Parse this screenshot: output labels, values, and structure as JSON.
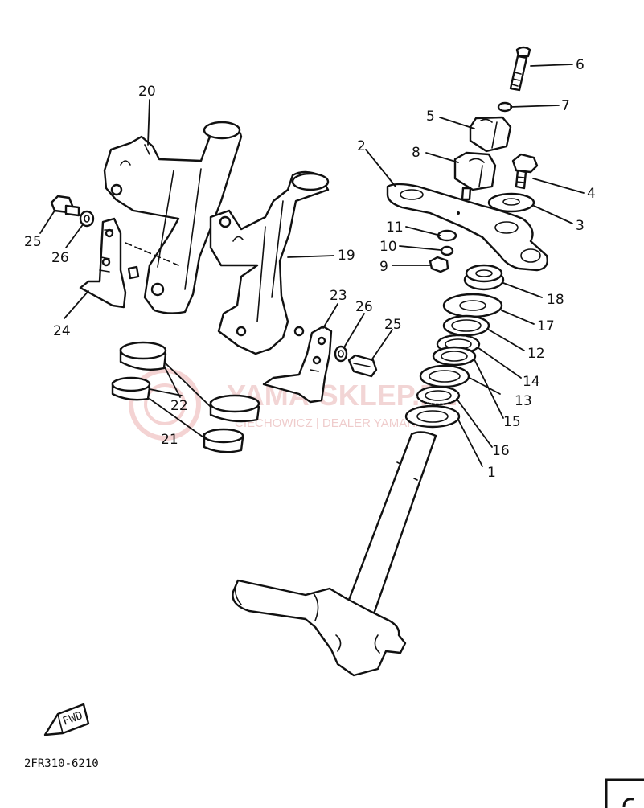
{
  "diagram": {
    "code": "2FR310-6210",
    "fwd_label": "FWD",
    "watermark": {
      "main": "YAMA-SKLEP.PL",
      "sub": "CIECHOWICZ | DEALER YAMAHA"
    },
    "callouts": [
      "1",
      "2",
      "3",
      "4",
      "5",
      "6",
      "7",
      "8",
      "9",
      "10",
      "11",
      "12",
      "13",
      "14",
      "15",
      "16",
      "17",
      "18",
      "19",
      "20",
      "21",
      "22",
      "23",
      "24",
      "25",
      "26"
    ]
  }
}
